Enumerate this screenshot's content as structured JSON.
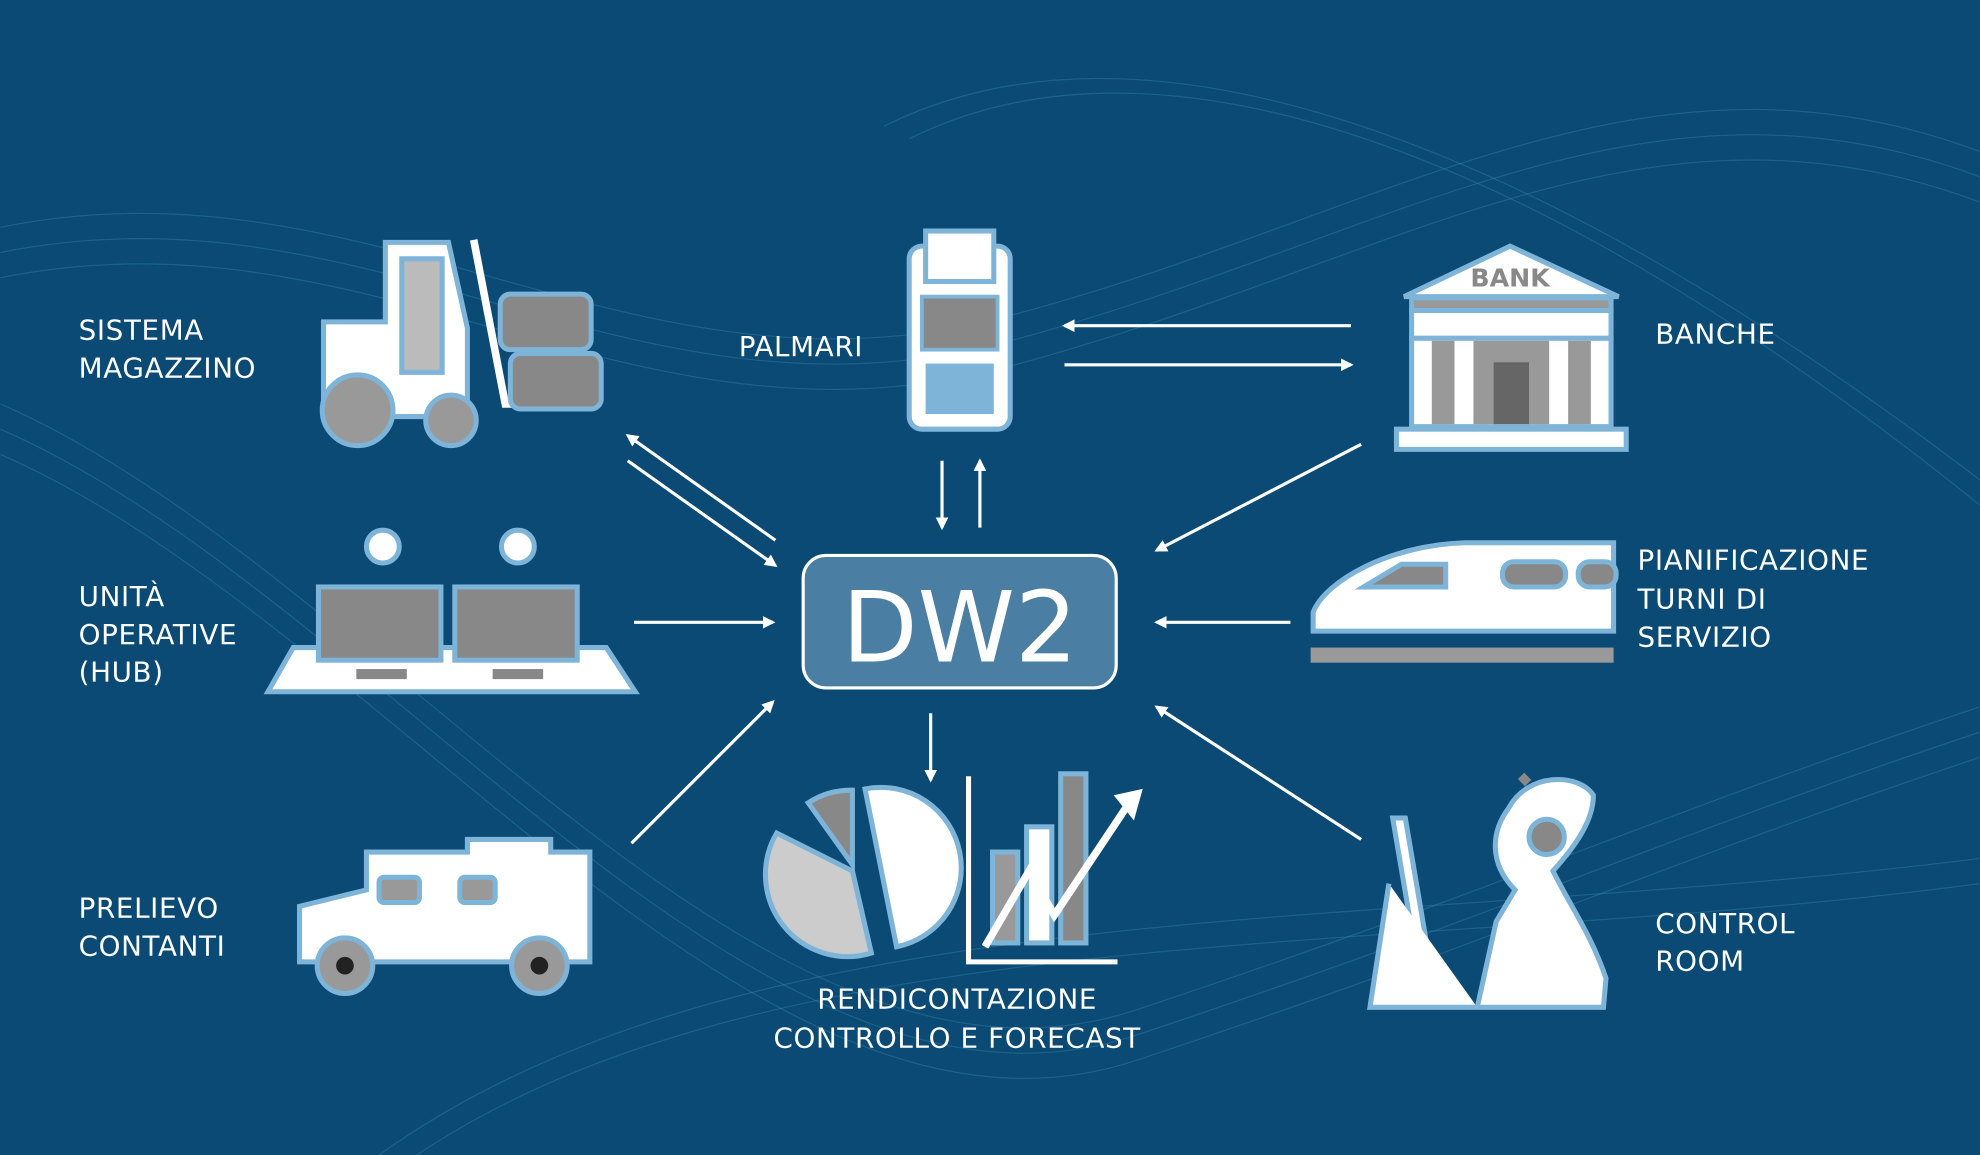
{
  "center": {
    "label": "DW2"
  },
  "nodes": {
    "warehouse": {
      "lines": [
        "SISTEMA",
        "MAGAZZINO"
      ],
      "icon": "forklift-icon"
    },
    "handhelds": {
      "lines": [
        "PALMARI"
      ],
      "icon": "handheld-terminal-icon"
    },
    "banks": {
      "lines": [
        "BANCHE"
      ],
      "icon": "bank-icon",
      "sign": "BANK"
    },
    "hub": {
      "lines": [
        "UNITÀ",
        "OPERATIVE",
        "(HUB)"
      ],
      "icon": "operators-icon"
    },
    "shifts": {
      "lines": [
        "PIANIFICAZIONE",
        "TURNI DI",
        "SERVIZIO"
      ],
      "icon": "train-icon"
    },
    "cash": {
      "lines": [
        "PRELIEVO",
        "CONTANTI"
      ],
      "icon": "armored-van-icon"
    },
    "reporting": {
      "lines": [
        "RENDICONTAZIONE",
        "CONTROLLO E FORECAST"
      ],
      "icon": "charts-icon"
    },
    "control": {
      "lines": [
        "CONTROL",
        "ROOM"
      ],
      "icon": "operator-headset-icon"
    }
  },
  "colors": {
    "background": "#0a4a74",
    "accent": "#7db4d8",
    "box": "#4a7fa3",
    "gray": "#9a9a9a",
    "dark_gray": "#6a6a6a"
  }
}
